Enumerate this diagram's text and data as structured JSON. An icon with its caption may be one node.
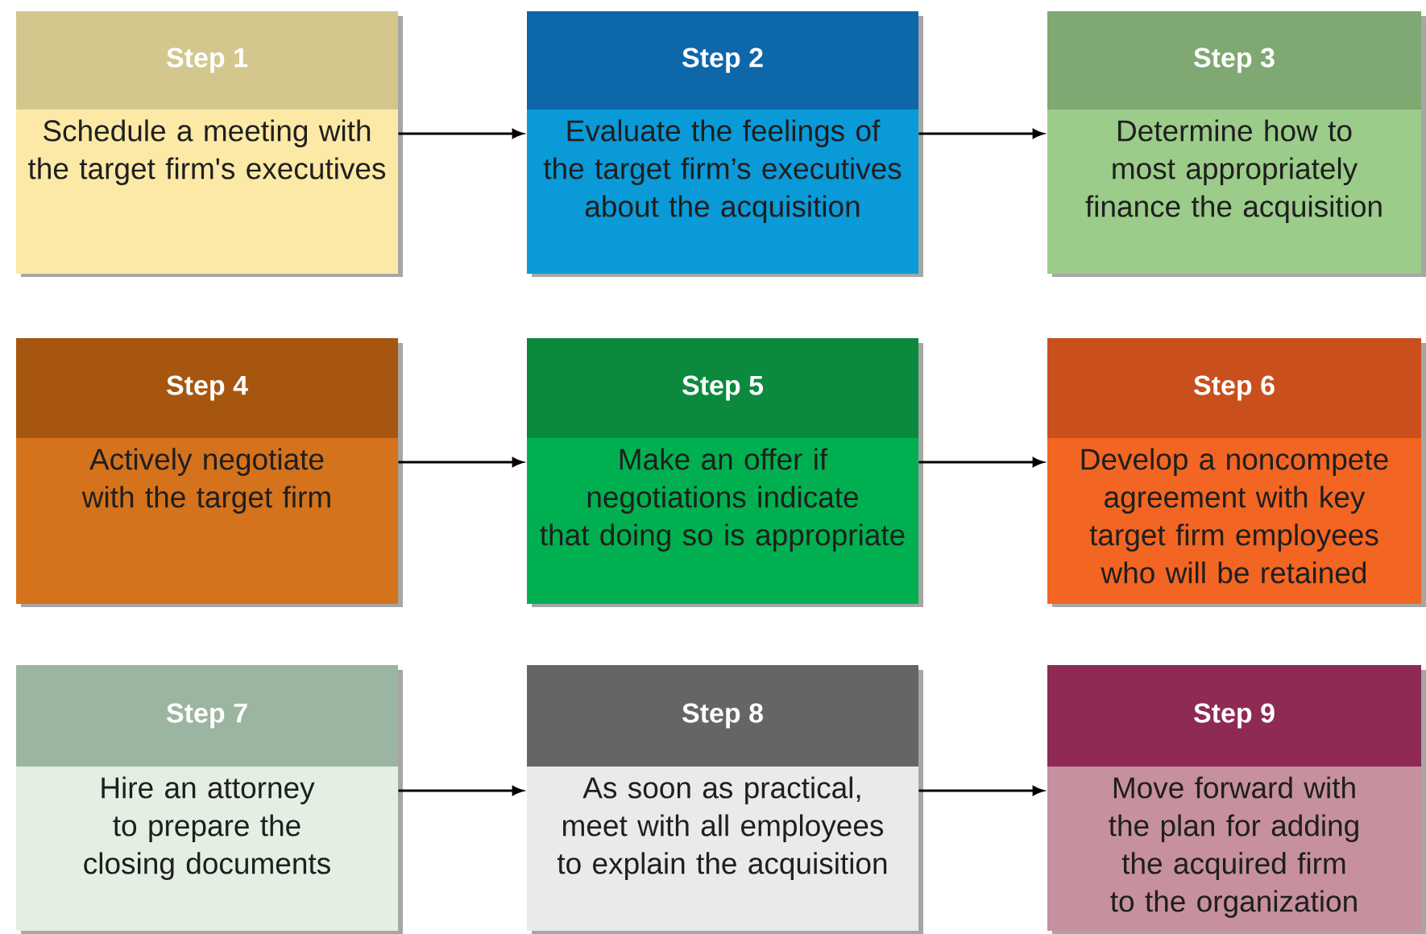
{
  "diagram": {
    "nodes": [
      {
        "text": [
          "Step 1",
          "Schedule a meeting with the target firm's executives"
        ]
      },
      {
        "text": [
          "Step 2",
          "Evaluate the feelings of the target firm’s executives about the acquisition"
        ]
      },
      {
        "text": [
          "Step 3",
          "Determine how to most appropriately finance the acquisition"
        ]
      },
      {
        "text": [
          "Step 4",
          "Actively negotiate with the target firm"
        ]
      },
      {
        "text": [
          "Step 5",
          "Make an offer if negotiations indicate that doing so is appropriate"
        ]
      },
      {
        "text": [
          "Step 6",
          "Develop a noncompete agreement with key target firm employees who will be retained"
        ]
      },
      {
        "text": [
          "Step 7",
          "Hire an attorney to prepare the closing documents"
        ]
      },
      {
        "text": [
          "Step 8",
          "As soon as practical, meet with all employees to explain the acquisition"
        ]
      },
      {
        "text": [
          "Step 9",
          "Move forward with the plan for adding the acquired firm to the organization"
        ]
      }
    ],
    "edges": [
      {
        "from": 0,
        "to": 1,
        "arrow": "to"
      },
      {
        "from": 1,
        "to": 2,
        "arrow": "to"
      },
      {
        "from": 3,
        "to": 4,
        "arrow": "to"
      },
      {
        "from": 4,
        "to": 5,
        "arrow": "to"
      },
      {
        "from": 6,
        "to": 7,
        "arrow": "to"
      },
      {
        "from": 7,
        "to": 8,
        "arrow": "to"
      }
    ]
  }
}
